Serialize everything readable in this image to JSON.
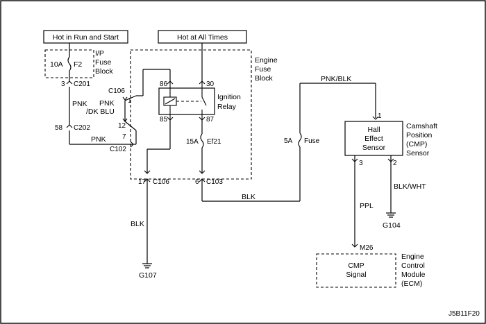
{
  "power": {
    "run_start": "Hot in Run and Start",
    "all_times": "Hot at All Times"
  },
  "ip_fuse_block": {
    "fuse_rating": "10A",
    "fuse_id": "F2",
    "name_l1": "I/P",
    "name_l2": "Fuse",
    "name_l3": "Block"
  },
  "engine_fuse_block": {
    "name_l1": "Engine",
    "name_l2": "Fuse",
    "name_l3": "Block",
    "fuse_rating": "15A",
    "fuse_id": "Ef21"
  },
  "relay": {
    "name_l1": "Ignition",
    "name_l2": "Relay",
    "pin_86": "86",
    "pin_30": "30",
    "pin_85": "85",
    "pin_87": "87"
  },
  "connectors": {
    "c201_pin": "3",
    "c201": "C201",
    "c106_top": "C106",
    "c106_pin1": "1",
    "c106_pin12": "12",
    "c202_pin": "58",
    "c202": "C202",
    "c102_pin": "7",
    "c102": "C102",
    "c106_bottom_pin": "17",
    "c106_bottom": "C106",
    "c103_pin": "6",
    "c103": "C103"
  },
  "wires": {
    "pnk_top": "PNK",
    "pnk_dk_blu_l1": "PNK",
    "pnk_dk_blu_l2": "/DK BLU",
    "pnk_bottom": "PNK",
    "blk_left": "BLK",
    "blk_mid": "BLK",
    "pnk_blk": "PNK/BLK",
    "ppl": "PPL",
    "blk_wht": "BLK/WHT"
  },
  "fuse_5a": {
    "rating": "5A",
    "label": "Fuse"
  },
  "sensor": {
    "name_l1": "Hall",
    "name_l2": "Effect",
    "name_l3": "Sensor",
    "desc_l1": "Camshaft",
    "desc_l2": "Position",
    "desc_l3": "(CMP)",
    "desc_l4": "Sensor",
    "pin1": "1",
    "pin3": "3",
    "pin2": "2"
  },
  "ecm": {
    "signal_l1": "CMP",
    "signal_l2": "Signal",
    "connector": "M26",
    "name_l1": "Engine",
    "name_l2": "Control",
    "name_l3": "Module",
    "name_l4": "(ECM)"
  },
  "grounds": {
    "g107": "G107",
    "g104": "G104"
  },
  "figure_code": "J5B11F20"
}
